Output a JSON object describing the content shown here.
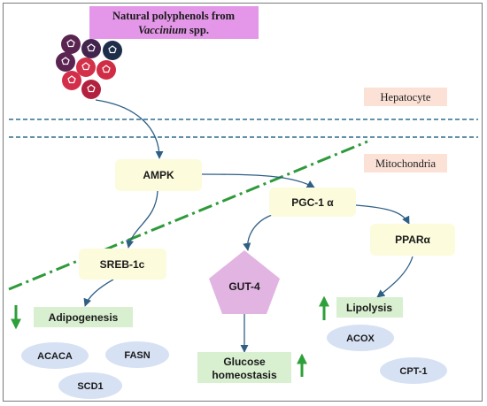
{
  "source_box": {
    "line1": "Natural polyphenols from",
    "line2_italic": "Vaccinium",
    "line2_rest": " spp."
  },
  "region_labels": {
    "hepatocyte": "Hepatocyte",
    "mitochondria": "Mitochondria"
  },
  "nodes": {
    "ampk": "AMPK",
    "pgc1a": "PGC-1 α",
    "ppara": "PPARα",
    "sreb1c": "SREB-1c",
    "gut4": "GUT-4",
    "adipogenesis": "Adipogenesis",
    "lipolysis": "Lipolysis",
    "glucose_line1": "Glucose",
    "glucose_line2": "homeostasis"
  },
  "enzymes": {
    "acaca": "ACACA",
    "fasn": "FASN",
    "scd1": "SCD1",
    "acox": "ACOX",
    "cpt1": "CPT-1"
  },
  "indicators": {
    "adipogenesis": "down",
    "lipolysis": "up",
    "glucose": "up"
  },
  "colors": {
    "source_fill": "#e497e8",
    "tag_fill": "#fbe1d6",
    "node_fill": "#fcfbdc",
    "outcome_fill": "#d8efd0",
    "enzyme_fill": "#d6e1f4",
    "gut4_fill": "#e2b4e2",
    "membrane": "#2f6f8f",
    "mito_line": "#2e9a3a",
    "arrow": "#2f5f85",
    "indicator": "#2ea03a"
  }
}
